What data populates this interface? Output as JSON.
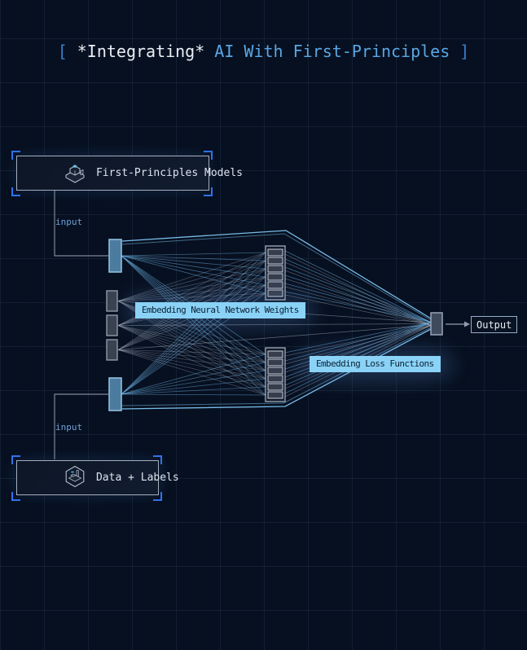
{
  "title": {
    "open": "[",
    "emph": "*Integrating*",
    "rest": "AI With First-Principles",
    "close": "]"
  },
  "boxes": {
    "model": {
      "label": "First-Principles Models",
      "icon": "isometric-machine-icon"
    },
    "data": {
      "label": "Data + Labels",
      "icon": "hexagon-factory-icon"
    }
  },
  "edge_labels": {
    "top_input": "input",
    "bottom_input": "input"
  },
  "net": {
    "weights_label": "Embedding Neural Network Weights",
    "loss_label": "Embedding Loss Functions",
    "output_label": "Output",
    "blue_input_nodes": 2,
    "gray_hidden_nodes": 3,
    "stacks": 2,
    "cells_per_stack": 6
  },
  "colors": {
    "background": "#071020",
    "accent_bracket": "#2f72ee",
    "title_blue": "#5aa6e4",
    "label_bg": "#8ad2f6",
    "label_text": "#0c2135",
    "fan_blue": "#6fb6e9",
    "fan_gray": "#a7b1c0",
    "envelope": "#7ec5f2",
    "connector": "#939cab",
    "blue_node_fill": "#4c7ba0",
    "blue_node_stroke": "#8fbedd",
    "gray_node_fill": "#3a4250",
    "gray_node_stroke": "#97a1b0",
    "stack_fill": "#121b2b",
    "stack_stroke": "#97a1b0",
    "cell_fill": "#363e4d",
    "cell_stroke": "#c6cedb",
    "right_node_fill": "#3f4a5d",
    "right_node_stroke": "#9aa6b8"
  }
}
